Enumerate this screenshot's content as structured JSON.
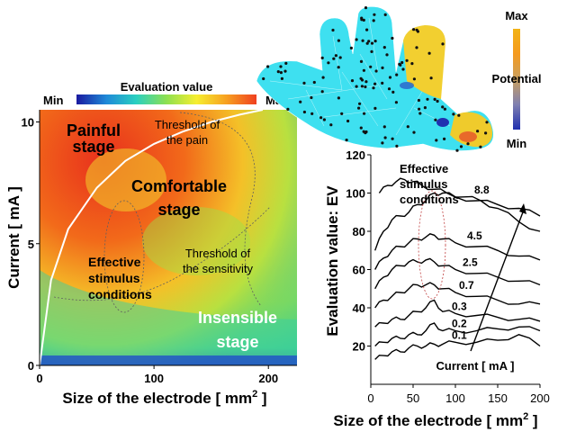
{
  "colorbar": {
    "title": "Evaluation value",
    "min_label": "Min",
    "max_label": "Max",
    "gradient": [
      "#1a1aa0",
      "#1f8ad8",
      "#2ad0c0",
      "#8ee050",
      "#f6ee30",
      "#f7a020",
      "#f04020"
    ]
  },
  "hand_model": {
    "legend_max": "Max",
    "legend_title": "Potential",
    "legend_min": "Min",
    "hand_color": "#3ee0f0",
    "legend_gradient": [
      "#f2b316",
      "#f59a1e",
      "#c9a060",
      "#8080b0",
      "#2030b0"
    ]
  },
  "chart_data": [
    {
      "type": "heatmap",
      "xlabel": "Size of the electrode [ mm",
      "xlabel_sup": "2",
      "xlabel_end": " ]",
      "ylabel": "Current [ mA ]",
      "xlim": [
        0,
        225
      ],
      "ylim": [
        0,
        10.5
      ],
      "x_ticks": [
        "0",
        "100",
        "200"
      ],
      "x_tick_values": [
        0,
        100,
        200
      ],
      "y_ticks": [
        "0",
        "5",
        "10"
      ],
      "y_tick_values": [
        0,
        5,
        10
      ],
      "regions": [
        {
          "name": "Painful stage",
          "line1": "Painful",
          "line2": "stage",
          "color": "#000000"
        },
        {
          "name": "Comfortable stage",
          "line1": "Comfortable",
          "line2": "stage",
          "color": "#000000"
        },
        {
          "name": "Insensible stage",
          "line1": "Insensible",
          "line2": "stage",
          "color": "#ffffff"
        }
      ],
      "annotations": {
        "pain_threshold": [
          "Threshold of",
          "the pain"
        ],
        "sensitivity_threshold": [
          "Threshold of",
          "the sensitivity"
        ],
        "effective": [
          "Effective",
          "stimulus",
          "conditions"
        ]
      },
      "pain_threshold_curve": [
        [
          0,
          0
        ],
        [
          10,
          3.5
        ],
        [
          25,
          5.6
        ],
        [
          50,
          7.3
        ],
        [
          75,
          8.4
        ],
        [
          100,
          9.1
        ],
        [
          125,
          9.6
        ],
        [
          150,
          10.0
        ],
        [
          175,
          10.3
        ],
        [
          195,
          10.5
        ]
      ]
    },
    {
      "type": "line",
      "xlabel": "Size of the electrode [ mm",
      "xlabel_sup": "2",
      "xlabel_end": " ]",
      "ylabel": "Evaluation value: EV",
      "xlim": [
        0,
        200
      ],
      "ylim": [
        0,
        120
      ],
      "x_ticks": [
        "0",
        "50",
        "100",
        "150",
        "200"
      ],
      "x_tick_values": [
        0,
        50,
        100,
        150,
        200
      ],
      "y_ticks": [
        "20",
        "40",
        "60",
        "80",
        "100",
        "120"
      ],
      "y_tick_values": [
        20,
        40,
        60,
        80,
        100,
        120
      ],
      "annotation": [
        "Effective",
        "stimulus",
        "conditions"
      ],
      "arrow_label": "Current [ mA ]",
      "series": [
        {
          "name": "0.1",
          "x": [
            5,
            15,
            25,
            35,
            45,
            55,
            65,
            75,
            85,
            100,
            125,
            150,
            175,
            200
          ],
          "y": [
            13,
            15,
            17,
            17,
            19,
            20,
            20,
            21,
            21,
            22,
            22,
            23,
            26,
            20
          ]
        },
        {
          "name": "0.2",
          "x": [
            5,
            15,
            25,
            35,
            45,
            55,
            65,
            75,
            85,
            100,
            125,
            150,
            175,
            200
          ],
          "y": [
            20,
            22,
            24,
            24,
            26,
            26,
            28,
            32,
            28,
            28,
            28,
            29,
            30,
            28
          ]
        },
        {
          "name": "0.3",
          "x": [
            5,
            15,
            25,
            35,
            45,
            55,
            65,
            75,
            85,
            100,
            125,
            150,
            175,
            200
          ],
          "y": [
            30,
            32,
            34,
            34,
            36,
            38,
            40,
            44,
            38,
            37,
            36,
            35,
            34,
            33
          ]
        },
        {
          "name": "0.7",
          "x": [
            5,
            15,
            25,
            35,
            45,
            55,
            65,
            75,
            85,
            100,
            125,
            150,
            175,
            200
          ],
          "y": [
            40,
            44,
            46,
            48,
            50,
            52,
            52,
            52,
            50,
            48,
            46,
            44,
            42,
            42
          ]
        },
        {
          "name": "2.5",
          "x": [
            5,
            15,
            25,
            35,
            45,
            55,
            65,
            75,
            85,
            100,
            125,
            150,
            175,
            200
          ],
          "y": [
            50,
            56,
            60,
            62,
            64,
            64,
            65,
            64,
            62,
            60,
            58,
            56,
            54,
            52
          ]
        },
        {
          "name": "4.5",
          "x": [
            5,
            15,
            25,
            35,
            45,
            55,
            65,
            75,
            85,
            100,
            125,
            150,
            175,
            200
          ],
          "y": [
            60,
            66,
            70,
            72,
            74,
            76,
            77,
            78,
            76,
            74,
            72,
            70,
            67,
            65
          ]
        },
        {
          "name": "8.8",
          "x": [
            5,
            15,
            25,
            35,
            45,
            55,
            65,
            75,
            85,
            100,
            125,
            150,
            175,
            200
          ],
          "y": [
            70,
            80,
            86,
            88,
            90,
            94,
            96,
            100,
            100,
            98,
            96,
            94,
            92,
            88
          ]
        },
        {
          "name": "",
          "x": [
            10,
            20,
            30,
            40,
            50,
            60,
            75,
            90,
            110,
            130,
            150,
            175,
            200
          ],
          "y": [
            100,
            104,
            106,
            107,
            106,
            104,
            102,
            100,
            98,
            96,
            92,
            85,
            80
          ]
        }
      ]
    }
  ]
}
